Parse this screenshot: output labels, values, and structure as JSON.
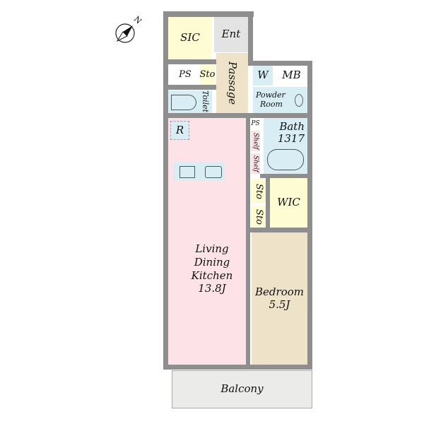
{
  "compass": {
    "label": "N"
  },
  "rooms": {
    "sic": "SIC",
    "ent": "Ent",
    "passage": "Passage",
    "ps_left": "PS",
    "sto_top": "Sto",
    "toilet": "Toilet",
    "w": "W",
    "mb": "MB",
    "powder_room": [
      "Powder",
      "Room"
    ],
    "r": "R",
    "ps_small": "PS",
    "shelf_1": "Shelf",
    "shelf_2": "Shelf",
    "bath": [
      "Bath",
      "1317"
    ],
    "sto_1": "Sto",
    "sto_2": "Sto",
    "wic": "WIC",
    "ldk": [
      "Living",
      "Dining",
      "Kitchen",
      "13.8J"
    ],
    "bedroom": [
      "Bedroom",
      "5.5J"
    ],
    "balcony": "Balcony"
  },
  "colors": {
    "wall": "#8e8e8e",
    "ldk": "#fde3e7",
    "bedroom": "#eee3c8",
    "wet": "#d8eef4",
    "storage": "#fdfcd2"
  }
}
